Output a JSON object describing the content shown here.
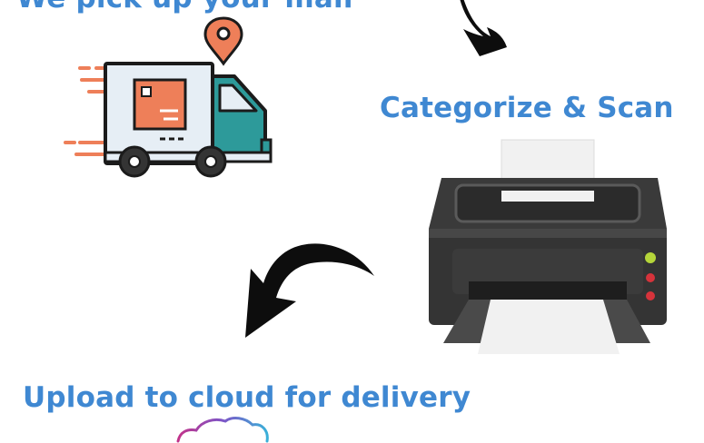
{
  "steps": [
    {
      "title": "We pick up your mail",
      "icon": "delivery-truck-icon"
    },
    {
      "title": "Categorize & Scan",
      "icon": "printer-scanner-icon"
    },
    {
      "title": "Upload to cloud for delivery",
      "icon": "cloud-icon"
    }
  ],
  "arrows": [
    "curved-arrow-down-icon",
    "curved-arrow-left-down-icon"
  ],
  "colors": {
    "title_blue": "#3f88d2",
    "truck_body": "#e6eef5",
    "truck_cab": "#2d9a9a",
    "package_orange": "#ee7f59",
    "printer_dark": "#343434",
    "printer_light_green": "#b5d53a",
    "printer_light_red": "#d6333b"
  }
}
